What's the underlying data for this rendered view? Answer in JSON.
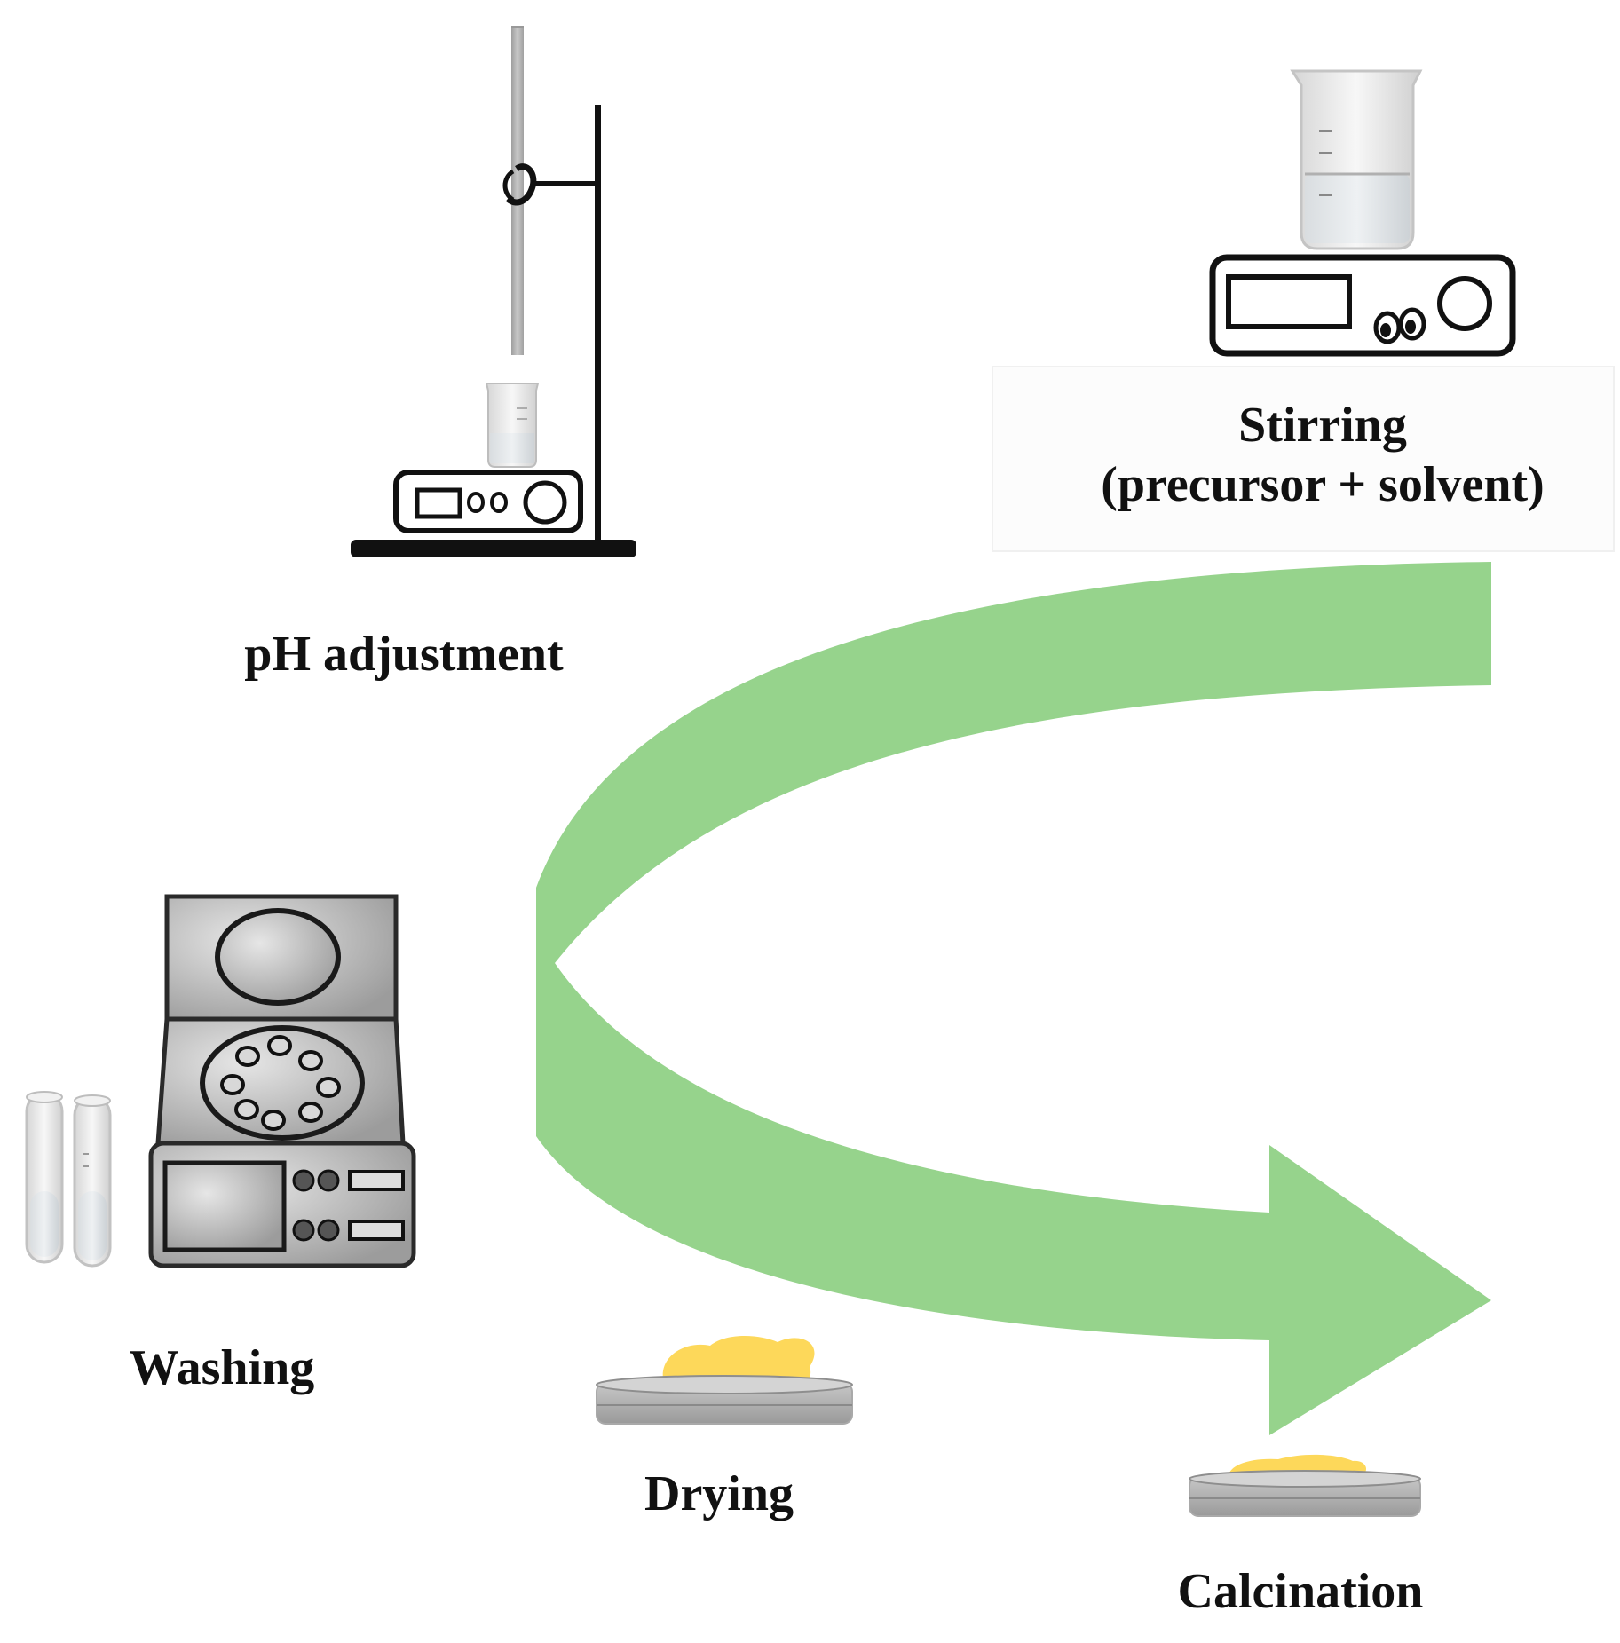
{
  "colors": {
    "arrow": "#96d38c",
    "powder": "#fdd85a",
    "dish": "#a9a9a9",
    "equipment_outline": "#111111",
    "centrifuge_body": "#b8b8b8"
  },
  "steps": {
    "ph_adjustment": {
      "label": "pH adjustment",
      "icons": [
        "retort-stand-icon",
        "burette-icon",
        "beaker-icon",
        "hotplate-stirrer-icon"
      ]
    },
    "stirring": {
      "label_line1": "Stirring",
      "label_line2": "(precursor + solvent)",
      "icons": [
        "beaker-icon",
        "hotplate-stirrer-icon"
      ]
    },
    "washing": {
      "label": "Washing",
      "icons": [
        "centrifuge-icon",
        "test-tube-icon"
      ]
    },
    "drying": {
      "label": "Drying",
      "icons": [
        "petri-dish-icon",
        "powder-icon"
      ]
    },
    "calcination": {
      "label": "Calcination",
      "icons": [
        "petri-dish-icon",
        "powder-icon"
      ]
    }
  },
  "flow_arrow": {
    "icon": "curved-arrow-icon",
    "direction": "from stirring, curving left, to calcination"
  }
}
